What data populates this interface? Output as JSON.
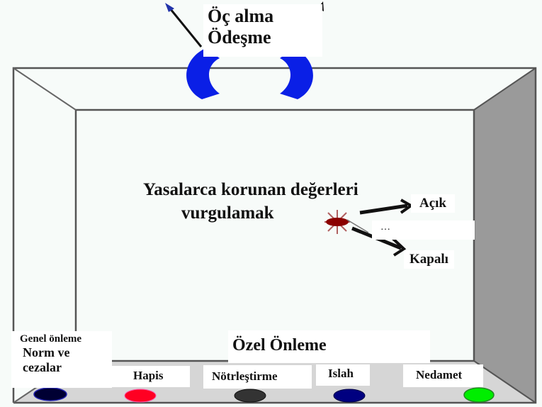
{
  "top": {
    "line1": "Öç alma",
    "line2": "Ödeşme"
  },
  "center": {
    "line1": "Yasalarca korunan değerleri",
    "line2": "vurgulamak",
    "open_label": "Açık",
    "closed_label": "Kapalı",
    "ellipsis": "…"
  },
  "bottom": {
    "general_heading": "Genel önleme",
    "special_heading": "Özel Önleme",
    "items": [
      {
        "label_line1": "Norm ve",
        "label_line2": "cezalar",
        "color": "#000033"
      },
      {
        "label_line1": "Hapis",
        "color": "#ff0022"
      },
      {
        "label_line1": "Nötrleştirme",
        "color": "#333333"
      },
      {
        "label_line1": "Islah",
        "color": "#000080"
      },
      {
        "label_line1": "Nedamet",
        "color": "#00ee00"
      }
    ]
  },
  "colors": {
    "arc_blue": "#0a1fe6",
    "side_wall": "#9a9a9a",
    "floor": "#d6d6d6",
    "center_dot": "#8b0000"
  }
}
